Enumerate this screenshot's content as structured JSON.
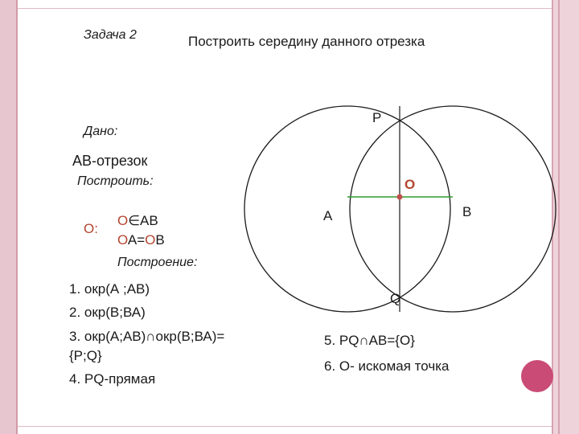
{
  "header": {
    "task_label": "Задача 2",
    "title": "Построить середину данного отрезка"
  },
  "given": {
    "label": "Дано:",
    "value": "АВ-отрезок"
  },
  "construct": {
    "label": "Построить:",
    "point": "О:",
    "cond1_a": "О",
    "cond1_b": "∈АВ",
    "cond2_a": "О",
    "cond2_b": "А=",
    "cond2_c": "О",
    "cond2_d": "В"
  },
  "construction": {
    "label": "Построение:",
    "step1": "1. окр(А ;АВ)",
    "step2": "2. окр(В;ВА)",
    "step3_line1": "3. окр(А;АВ)∩окр(В;ВА)=",
    "step3_line2": "{P;Q}",
    "step4": "4. PQ-прямая",
    "step5": "5.  PQ∩AB={O}",
    "step6": "6. О- искомая точка"
  },
  "diagram": {
    "label_p": "P",
    "label_q": "Q",
    "label_a": "А",
    "label_b": "В",
    "label_o": "О"
  },
  "colors": {
    "accent": "#b3452f",
    "segment": "#2e9e2e",
    "point": "#c0504d",
    "frame": "#e8c6cf",
    "decor_circle": "#c94b76"
  }
}
